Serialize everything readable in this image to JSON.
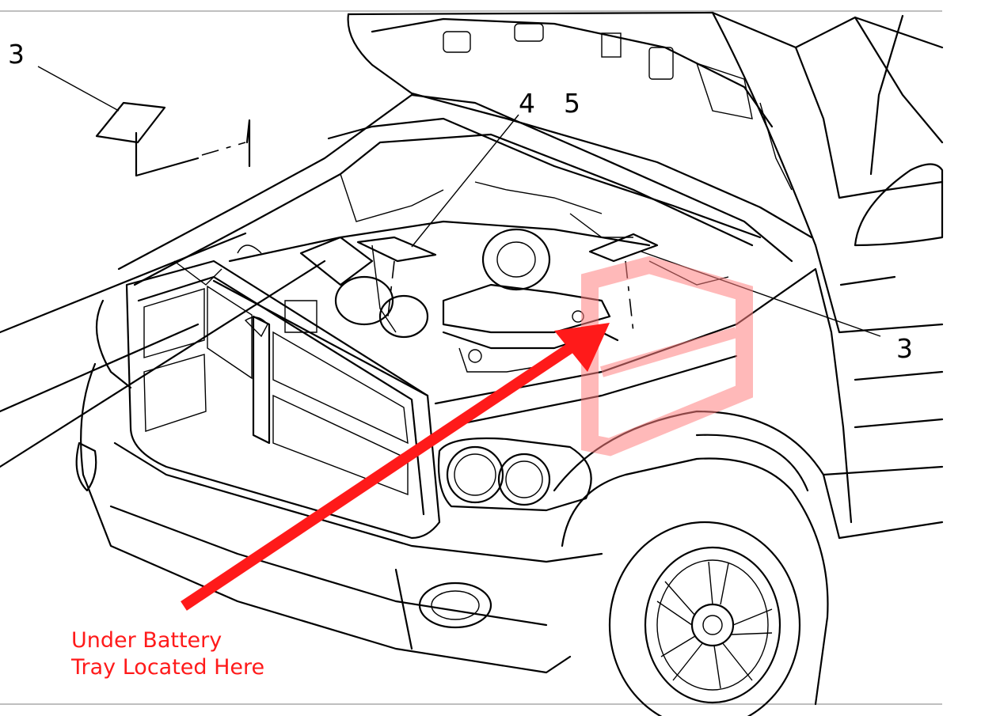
{
  "callouts": {
    "label_3_top_left": "3",
    "label_4": "4",
    "label_5": "5",
    "label_3_right": "3"
  },
  "annotation": {
    "line1": "Under Battery",
    "line2": "Tray Located Here"
  },
  "colors": {
    "accent": "#ff1a1a",
    "highlight": "#ff8080",
    "line": "#000000",
    "divider": "#999999"
  },
  "icons": {
    "pointer": "red-arrow-icon",
    "region": "battery-tray-highlight"
  }
}
